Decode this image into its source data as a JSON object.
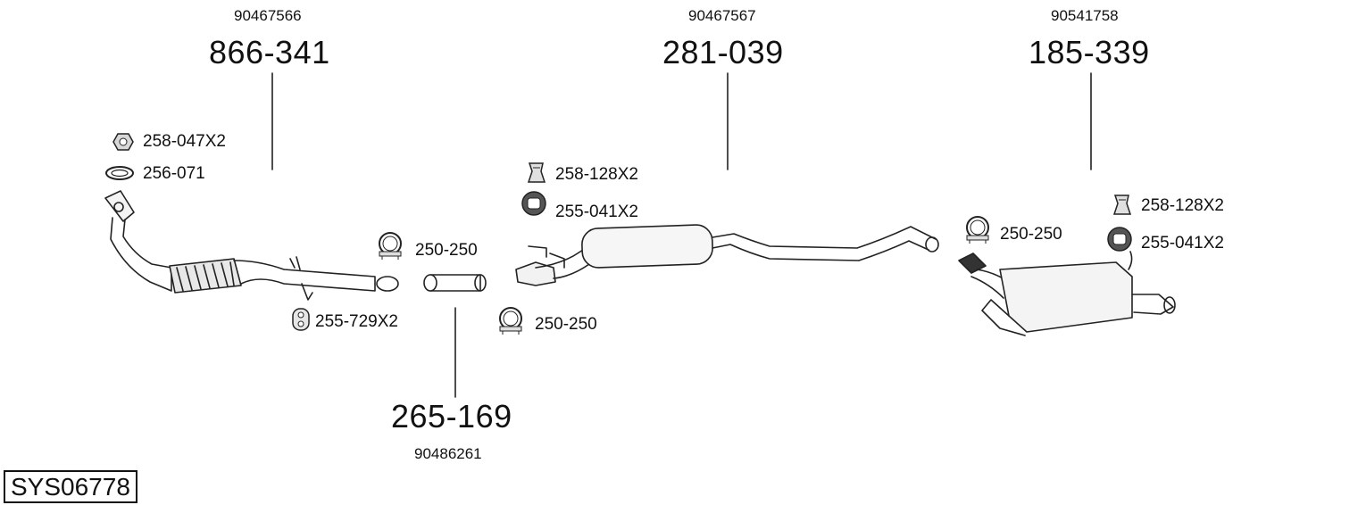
{
  "system_id": "SYS06778",
  "main_parts": [
    {
      "part_number": "866-341",
      "oem_number": "90467566"
    },
    {
      "part_number": "281-039",
      "oem_number": "90467567"
    },
    {
      "part_number": "185-339",
      "oem_number": "90541758"
    },
    {
      "part_number": "265-169",
      "oem_number": "90486261"
    }
  ],
  "accessories": [
    {
      "label": "258-047X2",
      "icon": "nut-icon"
    },
    {
      "label": "256-071",
      "icon": "gasket-ring-icon"
    },
    {
      "label": "255-729X2",
      "icon": "rubber-hanger-icon"
    },
    {
      "label": "250-250",
      "icon": "pipe-clamp-icon"
    },
    {
      "label": "250-250",
      "icon": "pipe-clamp-icon"
    },
    {
      "label": "258-128X2",
      "icon": "mounting-bracket-icon"
    },
    {
      "label": "255-041X2",
      "icon": "rubber-mount-icon"
    },
    {
      "label": "250-250",
      "icon": "pipe-clamp-icon"
    },
    {
      "label": "258-128X2",
      "icon": "mounting-bracket-icon"
    },
    {
      "label": "255-041X2",
      "icon": "rubber-mount-icon"
    }
  ]
}
